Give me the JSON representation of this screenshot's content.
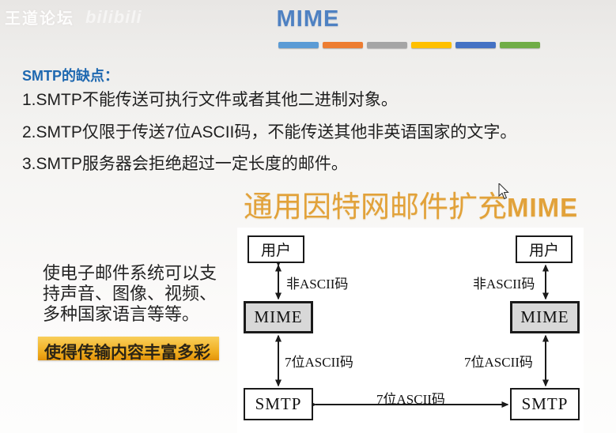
{
  "watermark": {
    "brand": "王道论坛",
    "platform": "bilibili"
  },
  "header": {
    "title": "MIME",
    "accent_colors": [
      "#5b9bd5",
      "#ed7d31",
      "#a5a5a5",
      "#ffc000",
      "#4472c4",
      "#70ad47"
    ]
  },
  "smtp_section": {
    "heading": "SMTP的缺点：",
    "items": [
      "1.SMTP不能传送可执行文件或者其他二进制对象。",
      "2.SMTP仅限于传送7位ASCII码，不能传送其他非英语国家的文字。",
      "3.SMTP服务器会拒绝超过一定长度的邮件。"
    ]
  },
  "mime_section": {
    "heading_cn": "通用因特网邮件扩充",
    "heading_en": "MIME",
    "note_lines": [
      "使电子邮件系统可以支",
      "持声音、图像、视频、",
      "多种国家语言等等。"
    ],
    "highlight": "使得传输内容丰富多彩"
  },
  "diagram": {
    "columns": [
      {
        "user": "用户",
        "mime": "MIME",
        "smtp": "SMTP",
        "user_mime_label": "非ASCII码",
        "mime_smtp_label": "7位ASCII码"
      },
      {
        "user": "用户",
        "mime": "MIME",
        "smtp": "SMTP",
        "user_mime_label": "非ASCII码",
        "mime_smtp_label": "7位ASCII码"
      }
    ],
    "smtp_link_label": "7位ASCII码"
  }
}
